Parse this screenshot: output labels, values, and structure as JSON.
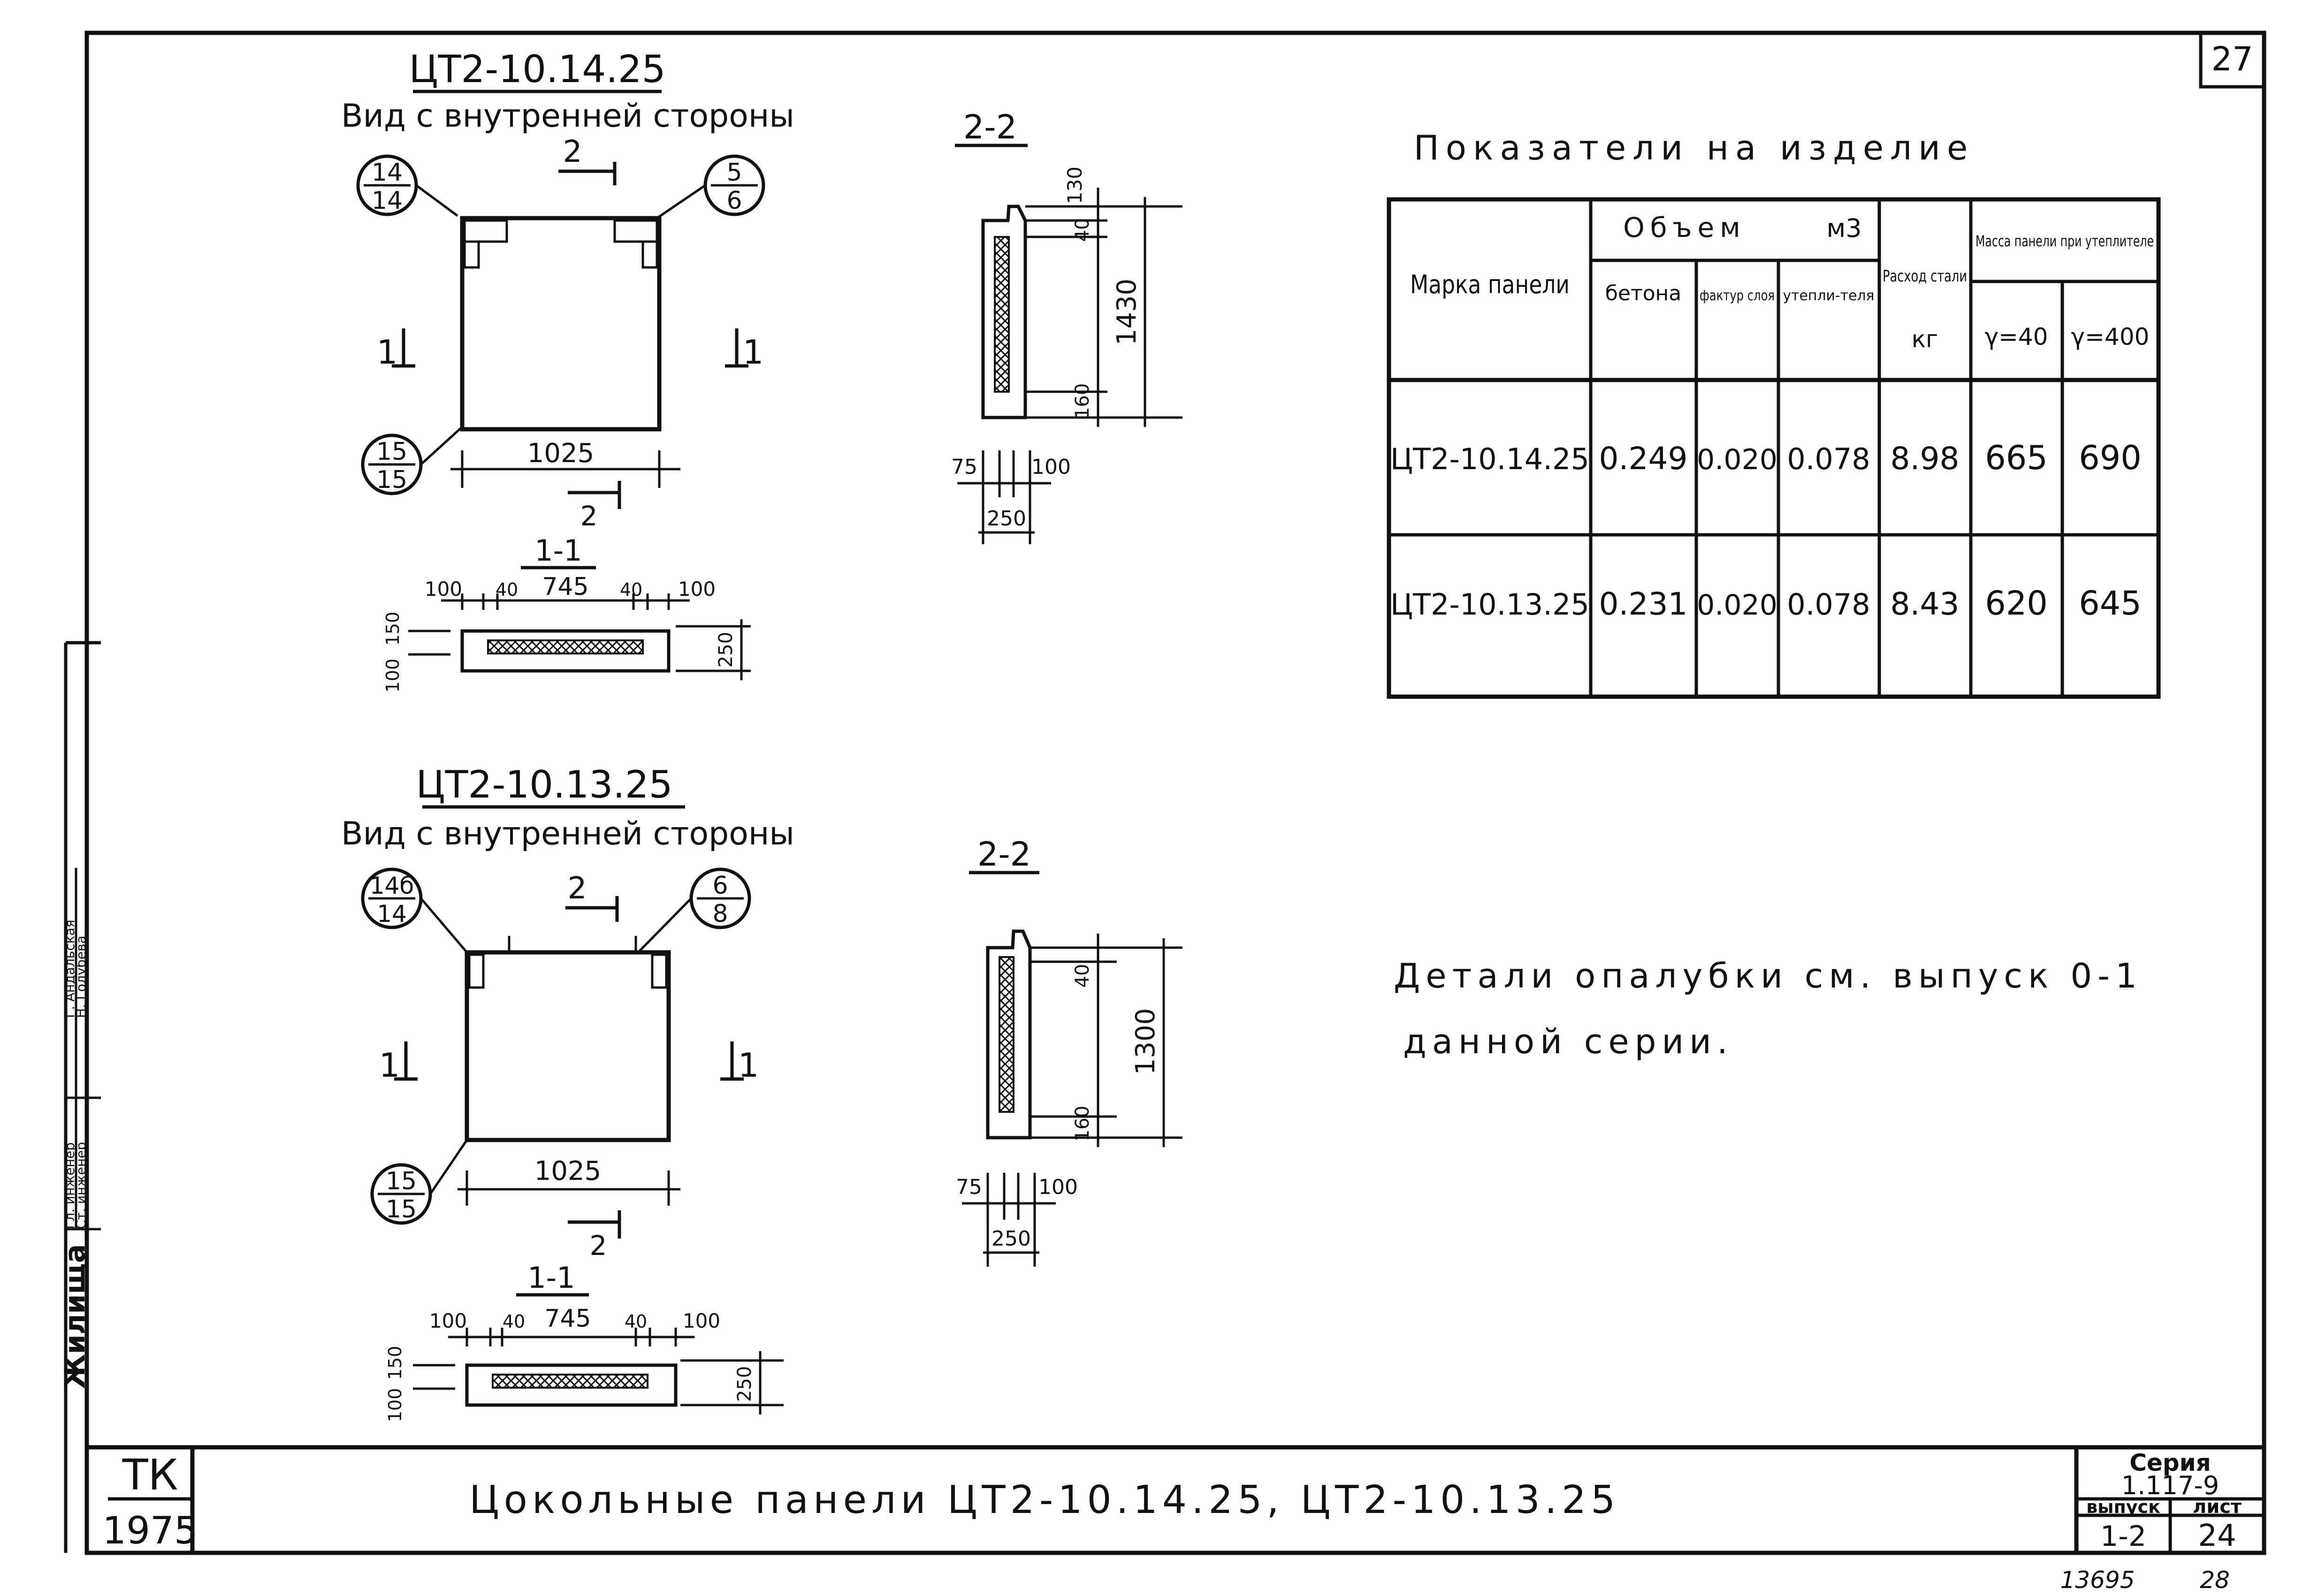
{
  "sheet": {
    "page_number": "27",
    "bottom_numbers": [
      "13695",
      "28"
    ]
  },
  "panel_a": {
    "mark": "ЦТ2-10.14.25",
    "view_title": "Вид с внутренней стороны",
    "section_1_label": "1-1",
    "section_2_label": "2-2",
    "cut1": "1",
    "cut2": "2",
    "node_top_left": [
      "14",
      "14"
    ],
    "node_top_right": [
      "5",
      "6"
    ],
    "node_bottom_left": [
      "15",
      "15"
    ],
    "width_dim": "1025",
    "sec11_dims": [
      "100",
      "40",
      "745",
      "40",
      "100"
    ],
    "sec11_side_dims": [
      "150",
      "100",
      "250"
    ],
    "sec22_dims": [
      "130",
      "40",
      "1430",
      "160",
      "75",
      "100",
      "250"
    ]
  },
  "panel_b": {
    "mark": "ЦТ2-10.13.25",
    "view_title": "Вид с внутренней стороны",
    "section_1_label": "1-1",
    "section_2_label": "2-2",
    "cut1": "1",
    "cut2": "2",
    "node_top_left": [
      "14б",
      "14"
    ],
    "node_top_right": [
      "6",
      "8"
    ],
    "node_bottom_left": [
      "15",
      "15"
    ],
    "width_dim": "1025",
    "sec11_dims": [
      "100",
      "40",
      "745",
      "40",
      "100"
    ],
    "sec11_side_dims": [
      "150",
      "100",
      "250"
    ],
    "sec22_dims": [
      "40",
      "1300",
      "160",
      "75",
      "100",
      "250"
    ]
  },
  "indicators": {
    "title": "Показатели на изделие",
    "headers": {
      "mark": "Марка панели",
      "volume": "Объем",
      "volume_unit": "м3",
      "concrete": "бетона",
      "facture": "фактур слоя",
      "insulation": "утепли-теля",
      "steel": "Расход стали",
      "steel_unit": "кг",
      "mass": "Масса панели при утеплителе",
      "mass_40": "γ=40",
      "mass_400": "γ=400"
    },
    "rows": [
      {
        "mark": "ЦТ2-10.14.25",
        "concrete": "0.249",
        "facture": "0.020",
        "insulation": "0.078",
        "steel": "8.98",
        "m40": "665",
        "m400": "690"
      },
      {
        "mark": "ЦТ2-10.13.25",
        "concrete": "0.231",
        "facture": "0.020",
        "insulation": "0.078",
        "steel": "8.43",
        "m40": "620",
        "m400": "645"
      }
    ]
  },
  "note": {
    "line1": "Детали опалубки см. выпуск 0-1",
    "line2": "данной серии."
  },
  "title_block": {
    "org": "ТК",
    "year": "1975",
    "title": "Цокольные панели ЦТ2-10.14.25, ЦТ2-10.13.25",
    "series_label": "Серия",
    "series_value": "1.117-9",
    "issue_label": "выпуск",
    "issue_value": "1-2",
    "sheet_label": "лист",
    "sheet_value": "24"
  },
  "side_stamp": {
    "vertical_title": "Жилища",
    "roles": [
      "Гл. инженер",
      "Ст. инженер"
    ],
    "names": [
      "Г. Андальская",
      "Н. Голубева"
    ]
  }
}
